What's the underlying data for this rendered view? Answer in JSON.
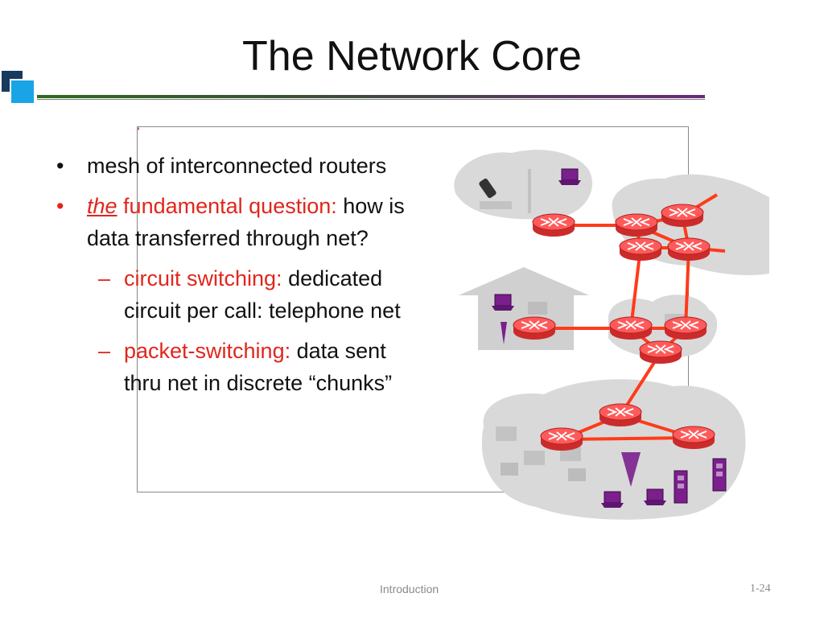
{
  "slide": {
    "title": "The Network Core",
    "footer_center": "Introduction",
    "footer_right": "1-24"
  },
  "bullets": {
    "b1_text": "mesh of interconnected routers",
    "b2_emph": "the",
    "b2_red": " fundamental question:",
    "b2_text": "how is data transferred through net?",
    "sub1_red": "circuit switching:",
    "sub1_text": "dedicated circuit per call: telephone net",
    "sub2_red": "packet-switching:",
    "sub2_text": "data sent thru net in discrete “chunks”"
  },
  "colors": {
    "accent_red": "#e1261c",
    "link_red": "#ff3b1a",
    "router_fill": "#ff4a4a",
    "cloud_gray": "#d9d9d9",
    "host_purple": "#7a1f8c"
  },
  "icons": [
    "bullet-dot",
    "dash",
    "router-icon",
    "laptop-icon",
    "cellphone-icon",
    "antenna-icon",
    "server-icon",
    "desktop-icon",
    "house-icon"
  ]
}
